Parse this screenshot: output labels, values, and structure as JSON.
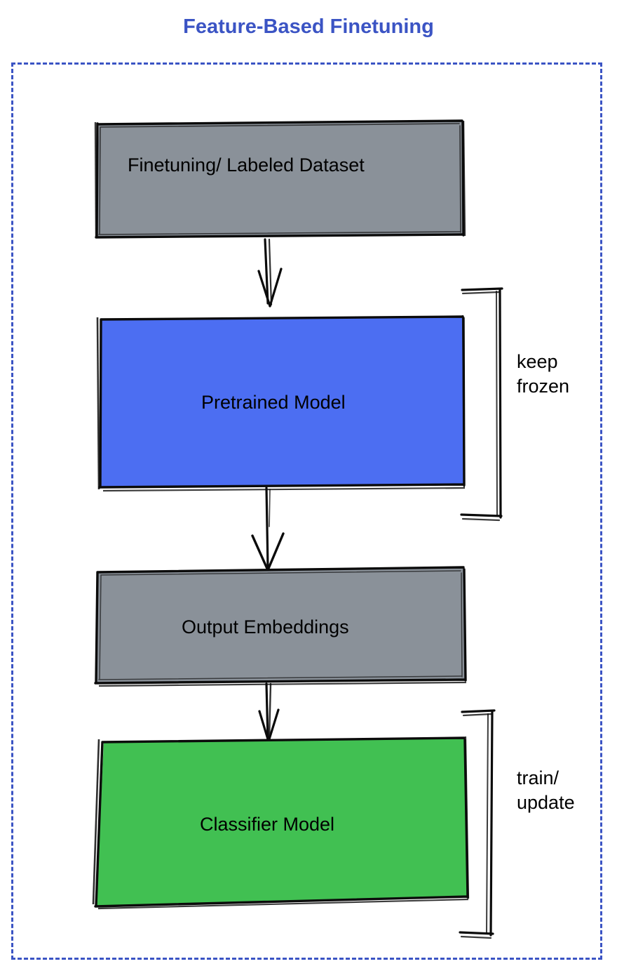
{
  "diagram": {
    "title": "Feature-Based Finetuning",
    "title_color": "#3B54C4",
    "frame": {
      "style": "dashed",
      "color": "#3B54C4"
    },
    "nodes": [
      {
        "id": "dataset",
        "label": "Finetuning/ Labeled Dataset",
        "fill": "#8A9199",
        "shape": "rectangle",
        "text_align": "left"
      },
      {
        "id": "pretrained-model",
        "label": "Pretrained Model",
        "fill": "#4C6EF2",
        "shape": "rectangle",
        "text_align": "center"
      },
      {
        "id": "output-embeddings",
        "label": "Output Embeddings",
        "fill": "#8A9199",
        "shape": "rectangle",
        "text_align": "center"
      },
      {
        "id": "classifier-model",
        "label": "Classifier Model",
        "fill": "#41C052",
        "shape": "rectangle",
        "text_align": "center"
      }
    ],
    "edges": [
      {
        "from": "dataset",
        "to": "pretrained-model",
        "style": "arrow"
      },
      {
        "from": "pretrained-model",
        "to": "output-embeddings",
        "style": "arrow"
      },
      {
        "from": "output-embeddings",
        "to": "classifier-model",
        "style": "arrow"
      }
    ],
    "annotations": [
      {
        "id": "keep-frozen",
        "text": "keep\nfrozen",
        "targets": [
          "pretrained-model"
        ],
        "marker": "bracket"
      },
      {
        "id": "train-update",
        "text": "train/\nupdate",
        "targets": [
          "classifier-model"
        ],
        "marker": "bracket"
      }
    ]
  }
}
